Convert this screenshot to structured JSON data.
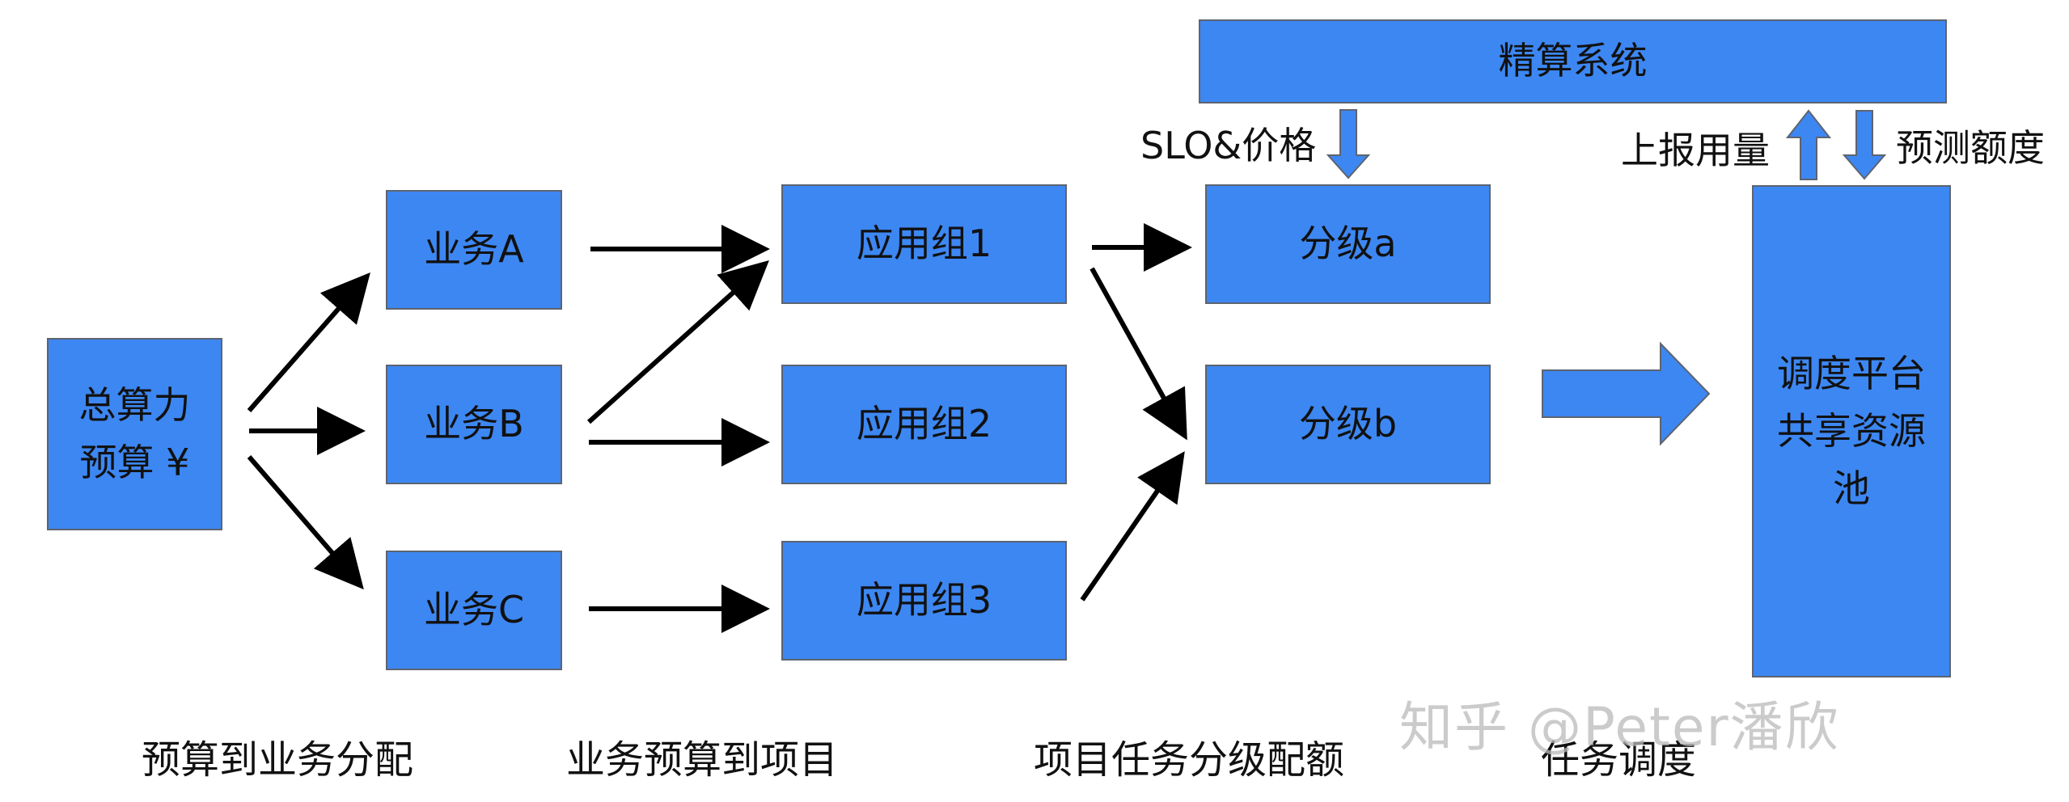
{
  "nodes": {
    "budget": {
      "line1": "总算力",
      "line2": "预算 ¥"
    },
    "biz_a": "业务A",
    "biz_b": "业务B",
    "biz_c": "业务C",
    "app1": "应用组1",
    "app2": "应用组2",
    "app3": "应用组3",
    "grade_a": "分级a",
    "grade_b": "分级b",
    "settlement": "精算系统",
    "scheduler": {
      "line1": "调度平台",
      "line2": "共享资源",
      "line3": "池"
    }
  },
  "labels": {
    "slo_price": "SLO&价格",
    "report_usage": "上报用量",
    "forecast_quota": "预测额度"
  },
  "stages": [
    "预算到业务分配",
    "业务预算到项目",
    "项目任务分级配额",
    "任务调度"
  ],
  "watermark": "知乎 @Peter潘欣",
  "colors": {
    "box_fill": "#3d87f2",
    "box_border": "#5d6470",
    "arrow": "#000000"
  }
}
